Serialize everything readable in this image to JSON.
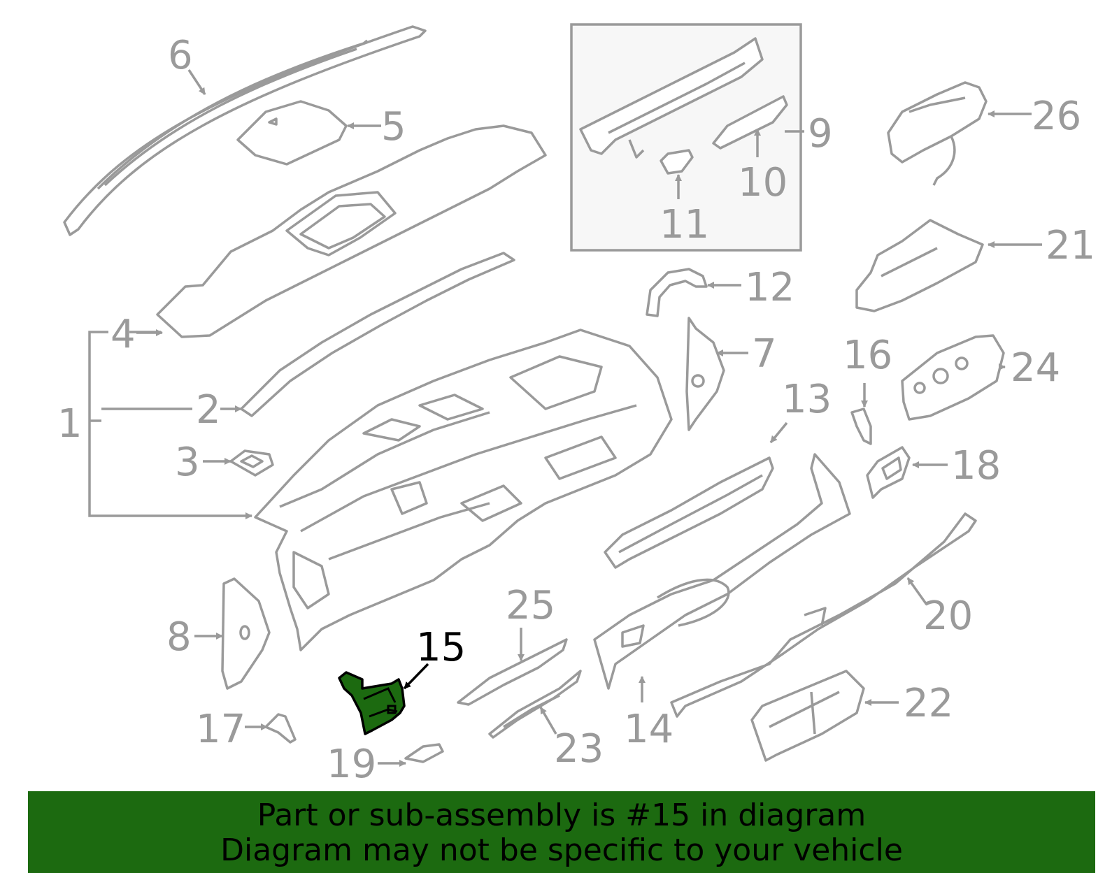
{
  "diagram": {
    "callouts": [
      {
        "id": "1",
        "label": "1"
      },
      {
        "id": "2",
        "label": "2"
      },
      {
        "id": "3",
        "label": "3"
      },
      {
        "id": "4",
        "label": "4"
      },
      {
        "id": "5",
        "label": "5"
      },
      {
        "id": "6",
        "label": "6"
      },
      {
        "id": "7",
        "label": "7"
      },
      {
        "id": "8",
        "label": "8"
      },
      {
        "id": "9",
        "label": "9"
      },
      {
        "id": "10",
        "label": "10"
      },
      {
        "id": "11",
        "label": "11"
      },
      {
        "id": "12",
        "label": "12"
      },
      {
        "id": "13",
        "label": "13"
      },
      {
        "id": "14",
        "label": "14"
      },
      {
        "id": "15",
        "label": "15"
      },
      {
        "id": "16",
        "label": "16"
      },
      {
        "id": "17",
        "label": "17"
      },
      {
        "id": "18",
        "label": "18"
      },
      {
        "id": "19",
        "label": "19"
      },
      {
        "id": "20",
        "label": "20"
      },
      {
        "id": "21",
        "label": "21"
      },
      {
        "id": "22",
        "label": "22"
      },
      {
        "id": "23",
        "label": "23"
      },
      {
        "id": "24",
        "label": "24"
      },
      {
        "id": "25",
        "label": "25"
      },
      {
        "id": "26",
        "label": "26"
      }
    ],
    "highlighted_part": "15",
    "colors": {
      "line": "#9a9a9a",
      "highlight_fill": "#1c6a10",
      "highlight_text": "#000000",
      "inset_background": "#f7f7f7",
      "banner_background": "#1c6a10"
    }
  },
  "banner": {
    "line1": "Part or sub-assembly is #15 in diagram",
    "line2": "Diagram may not be specific to your vehicle"
  }
}
